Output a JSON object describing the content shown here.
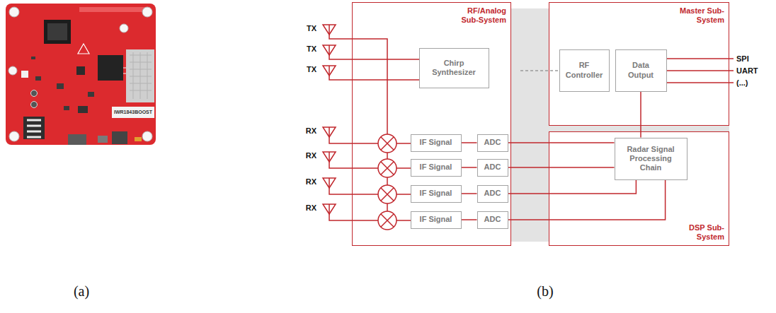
{
  "diagram": {
    "nodes": [
      {
        "text": [
          "RF/Analog Sub-System"
        ]
      },
      {
        "text": [
          "Chirp Synthesizer"
        ],
        "in": 0
      },
      {
        "text": [
          "IF Signal"
        ],
        "in": 0
      },
      {
        "text": [
          "ADC"
        ],
        "in": 0
      },
      {
        "text": [
          "IF Signal"
        ],
        "in": 0
      },
      {
        "text": [
          "ADC"
        ],
        "in": 0
      },
      {
        "text": [
          "IF Signal"
        ],
        "in": 0
      },
      {
        "text": [
          "ADC"
        ],
        "in": 0
      },
      {
        "text": [
          "IF Signal"
        ],
        "in": 0
      },
      {
        "text": [
          "ADC"
        ],
        "in": 0
      },
      {
        "text": [
          "Master Sub-System"
        ]
      },
      {
        "text": [
          "RF Controller"
        ],
        "in": 10
      },
      {
        "text": [
          "Data Output"
        ],
        "in": 10
      },
      {
        "text": [
          "DSP Sub-System"
        ]
      },
      {
        "text": [
          "Radar Signal Processing Chain"
        ],
        "in": 13
      }
    ],
    "edges": [
      {
        "from": 2,
        "to": 3,
        "arrow": "none"
      },
      {
        "from": 4,
        "to": 5,
        "arrow": "none"
      },
      {
        "from": 6,
        "to": 7,
        "arrow": "none"
      },
      {
        "from": 8,
        "to": 9,
        "arrow": "none"
      },
      {
        "from": 3,
        "to": 14,
        "arrow": "none"
      },
      {
        "from": 5,
        "to": 14,
        "arrow": "none"
      },
      {
        "from": 7,
        "to": 14,
        "arrow": "none"
      },
      {
        "from": 9,
        "to": 14,
        "arrow": "none"
      },
      {
        "from": 12,
        "to": 14,
        "arrow": "none"
      }
    ],
    "labels": [
      "TX",
      "TX",
      "TX",
      "RX",
      "RX",
      "RX",
      "RX",
      "SPI",
      "UART",
      "(...)",
      "IWR1843BOOST",
      "(a)",
      "(b)"
    ]
  }
}
